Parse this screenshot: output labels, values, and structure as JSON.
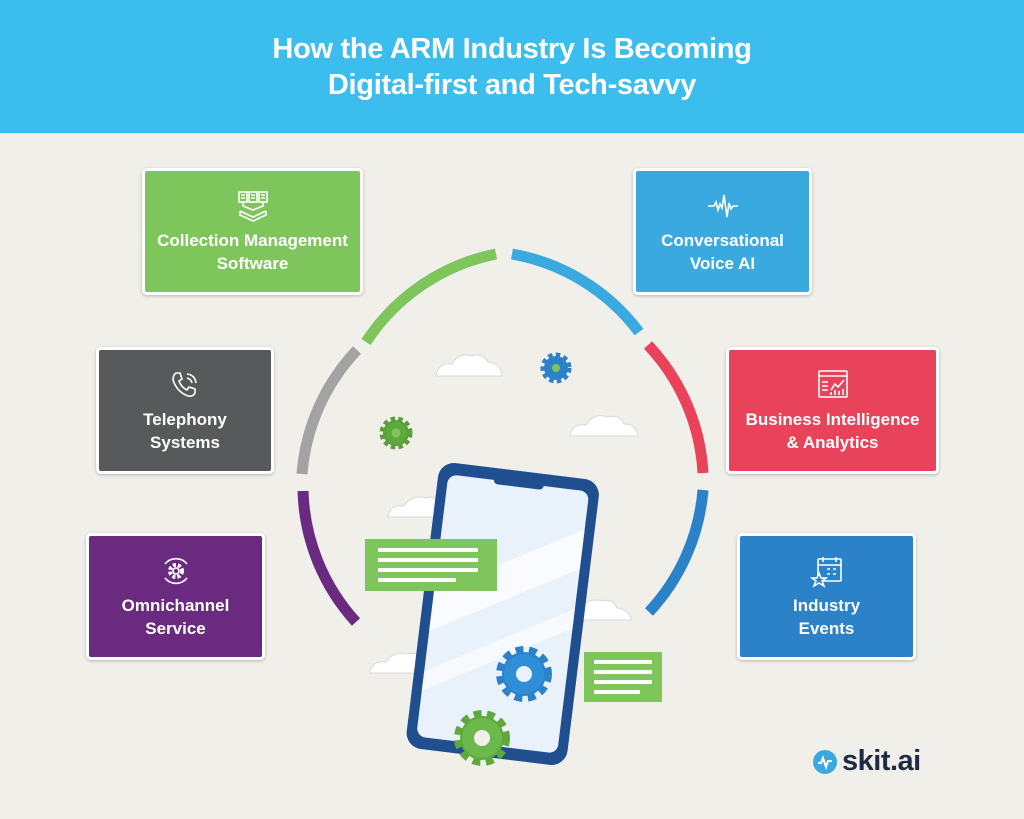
{
  "header": {
    "title_line1": "How the ARM Industry Is Becoming",
    "title_line2": "Digital-first and Tech-savvy"
  },
  "cards": {
    "collection": {
      "line1": "Collection Management",
      "line2": "Software",
      "icon": "documents-tray-icon",
      "color": "#7ec65b"
    },
    "voice": {
      "line1": "Conversational",
      "line2": "Voice AI",
      "icon": "soundwave-icon",
      "color": "#3aa9df"
    },
    "telephony": {
      "line1": "Telephony",
      "line2": "Systems",
      "icon": "phone-ringing-icon",
      "color": "#58595b"
    },
    "bi": {
      "line1": "Business Intelligence",
      "line2": "& Analytics",
      "icon": "analytics-dashboard-icon",
      "color": "#e8435b"
    },
    "omni": {
      "line1": "Omnichannel",
      "line2": "Service",
      "icon": "circular-gear-icon",
      "color": "#6a2a7f"
    },
    "events": {
      "line1": "Industry",
      "line2": "Events",
      "icon": "calendar-star-icon",
      "color": "#2b82c8"
    }
  },
  "logo": {
    "text": "skit.ai"
  },
  "colors": {
    "header": "#3bbdee",
    "background": "#f1efe9",
    "phone_frame": "#1f4f8f"
  }
}
